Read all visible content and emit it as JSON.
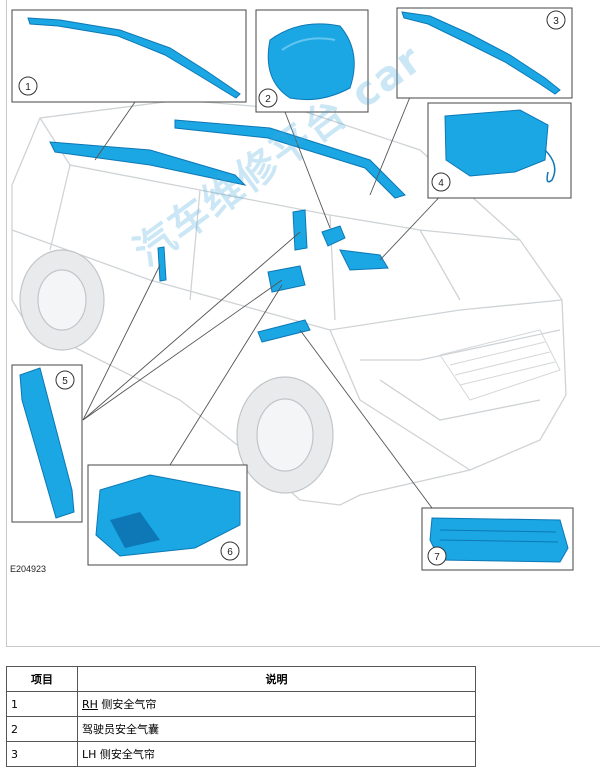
{
  "figure": {
    "figure_id": "E204923",
    "watermark": "汽车维修平台 car",
    "callouts": [
      "1",
      "2",
      "3",
      "4",
      "5",
      "6",
      "7"
    ]
  },
  "legend": {
    "headers": {
      "item": "项目",
      "description": "说明"
    },
    "rows": [
      {
        "item": "1",
        "prefix": "RH",
        "text": " 侧安全气帘"
      },
      {
        "item": "2",
        "prefix": "",
        "text": "驾驶员安全气囊"
      },
      {
        "item": "3",
        "prefix": "",
        "text": "LH 侧安全气帘"
      }
    ]
  },
  "colors": {
    "part": "#1aa7e4",
    "part_dark": "#0d78b5",
    "outline": "#cfd3d6"
  }
}
